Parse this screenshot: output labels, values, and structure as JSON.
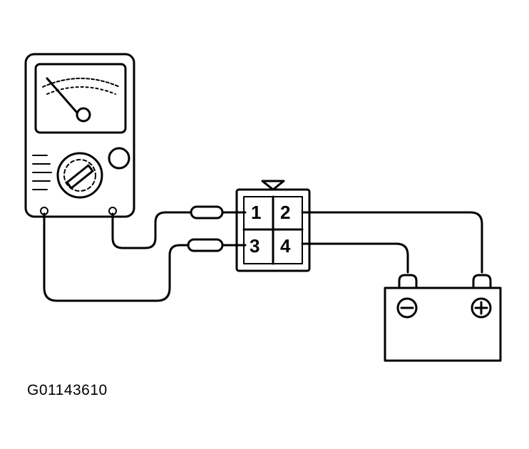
{
  "figure_code": "G01143610",
  "connector": {
    "pins": [
      "1",
      "2",
      "3",
      "4"
    ]
  },
  "battery": {
    "negative_symbol": "minus-icon",
    "positive_symbol": "plus-icon"
  },
  "colors": {
    "line": "#000000",
    "background": "#ffffff"
  }
}
